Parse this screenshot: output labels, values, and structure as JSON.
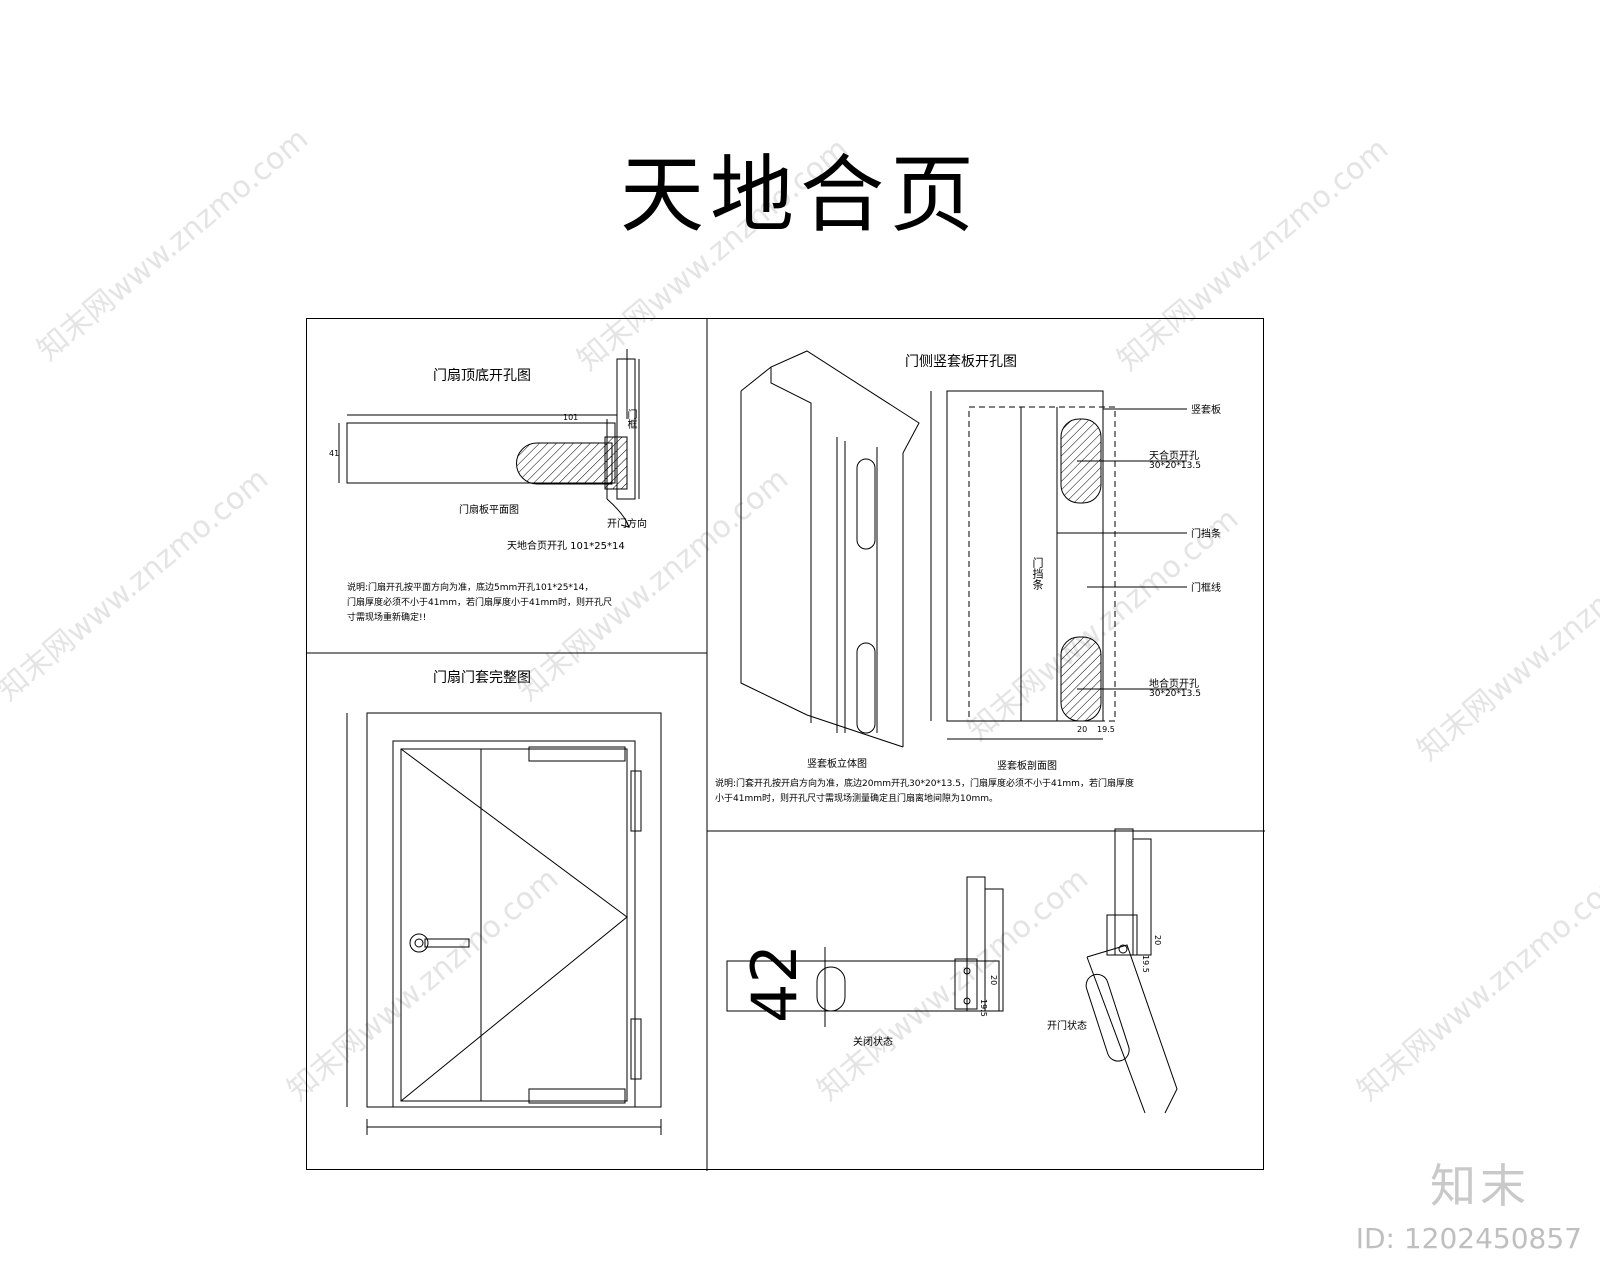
{
  "title": "天地合页",
  "panels": {
    "top_left": {
      "title": "门扇顶底开孔图",
      "labels": {
        "door_leaf_plan": "门扇板平面图",
        "hinge_hole": "天地合页开孔 101*25*14",
        "opening_direction": "开门方向",
        "frame": "门框",
        "dim_101": "101",
        "dim_41": "41"
      },
      "note": [
        "说明:门扇开孔按平面方向为准，底边5mm开孔101*25*14，",
        "门扇厚度必须不小于41mm，若门扇厚度小于41mm时，则开孔尺",
        "寸需现场重新确定!!"
      ]
    },
    "bottom_left": {
      "title": "门扇门套完整图"
    },
    "top_right": {
      "title": "门侧竖套板开孔图",
      "labels": {
        "back_panel": "竖套板",
        "top_hinge_hole": "天合页开孔",
        "top_hinge_size": "30*20*13.5",
        "door_stop": "门挡条",
        "door_stop_vertical": "门挡条",
        "door_frame": "门框线",
        "bottom_hinge_hole": "地合页开孔",
        "bottom_hinge_size": "30*20*13.5",
        "axonometric": "竖套板立体图",
        "section": "竖套板剖面图",
        "dim_20": "20",
        "dim_19_5": "19.5"
      },
      "note": [
        "说明:门套开孔按开启方向为准，底边20mm开孔30*20*13.5，门扇厚度必须不小于41mm，若门扇厚度",
        "小于41mm时，则开孔尺寸需现场测量确定且门扇离地间隙为10mm。"
      ]
    },
    "bottom_right": {
      "labels": {
        "dim_42": "42",
        "closed_state": "关闭状态",
        "open_state": "开门状态",
        "dim_20": "20",
        "dim_19_5": "19.5"
      }
    }
  },
  "watermark": {
    "text": "知末网www.znzmo.com"
  },
  "brand": "知末",
  "id_label": "ID: 1202450857"
}
